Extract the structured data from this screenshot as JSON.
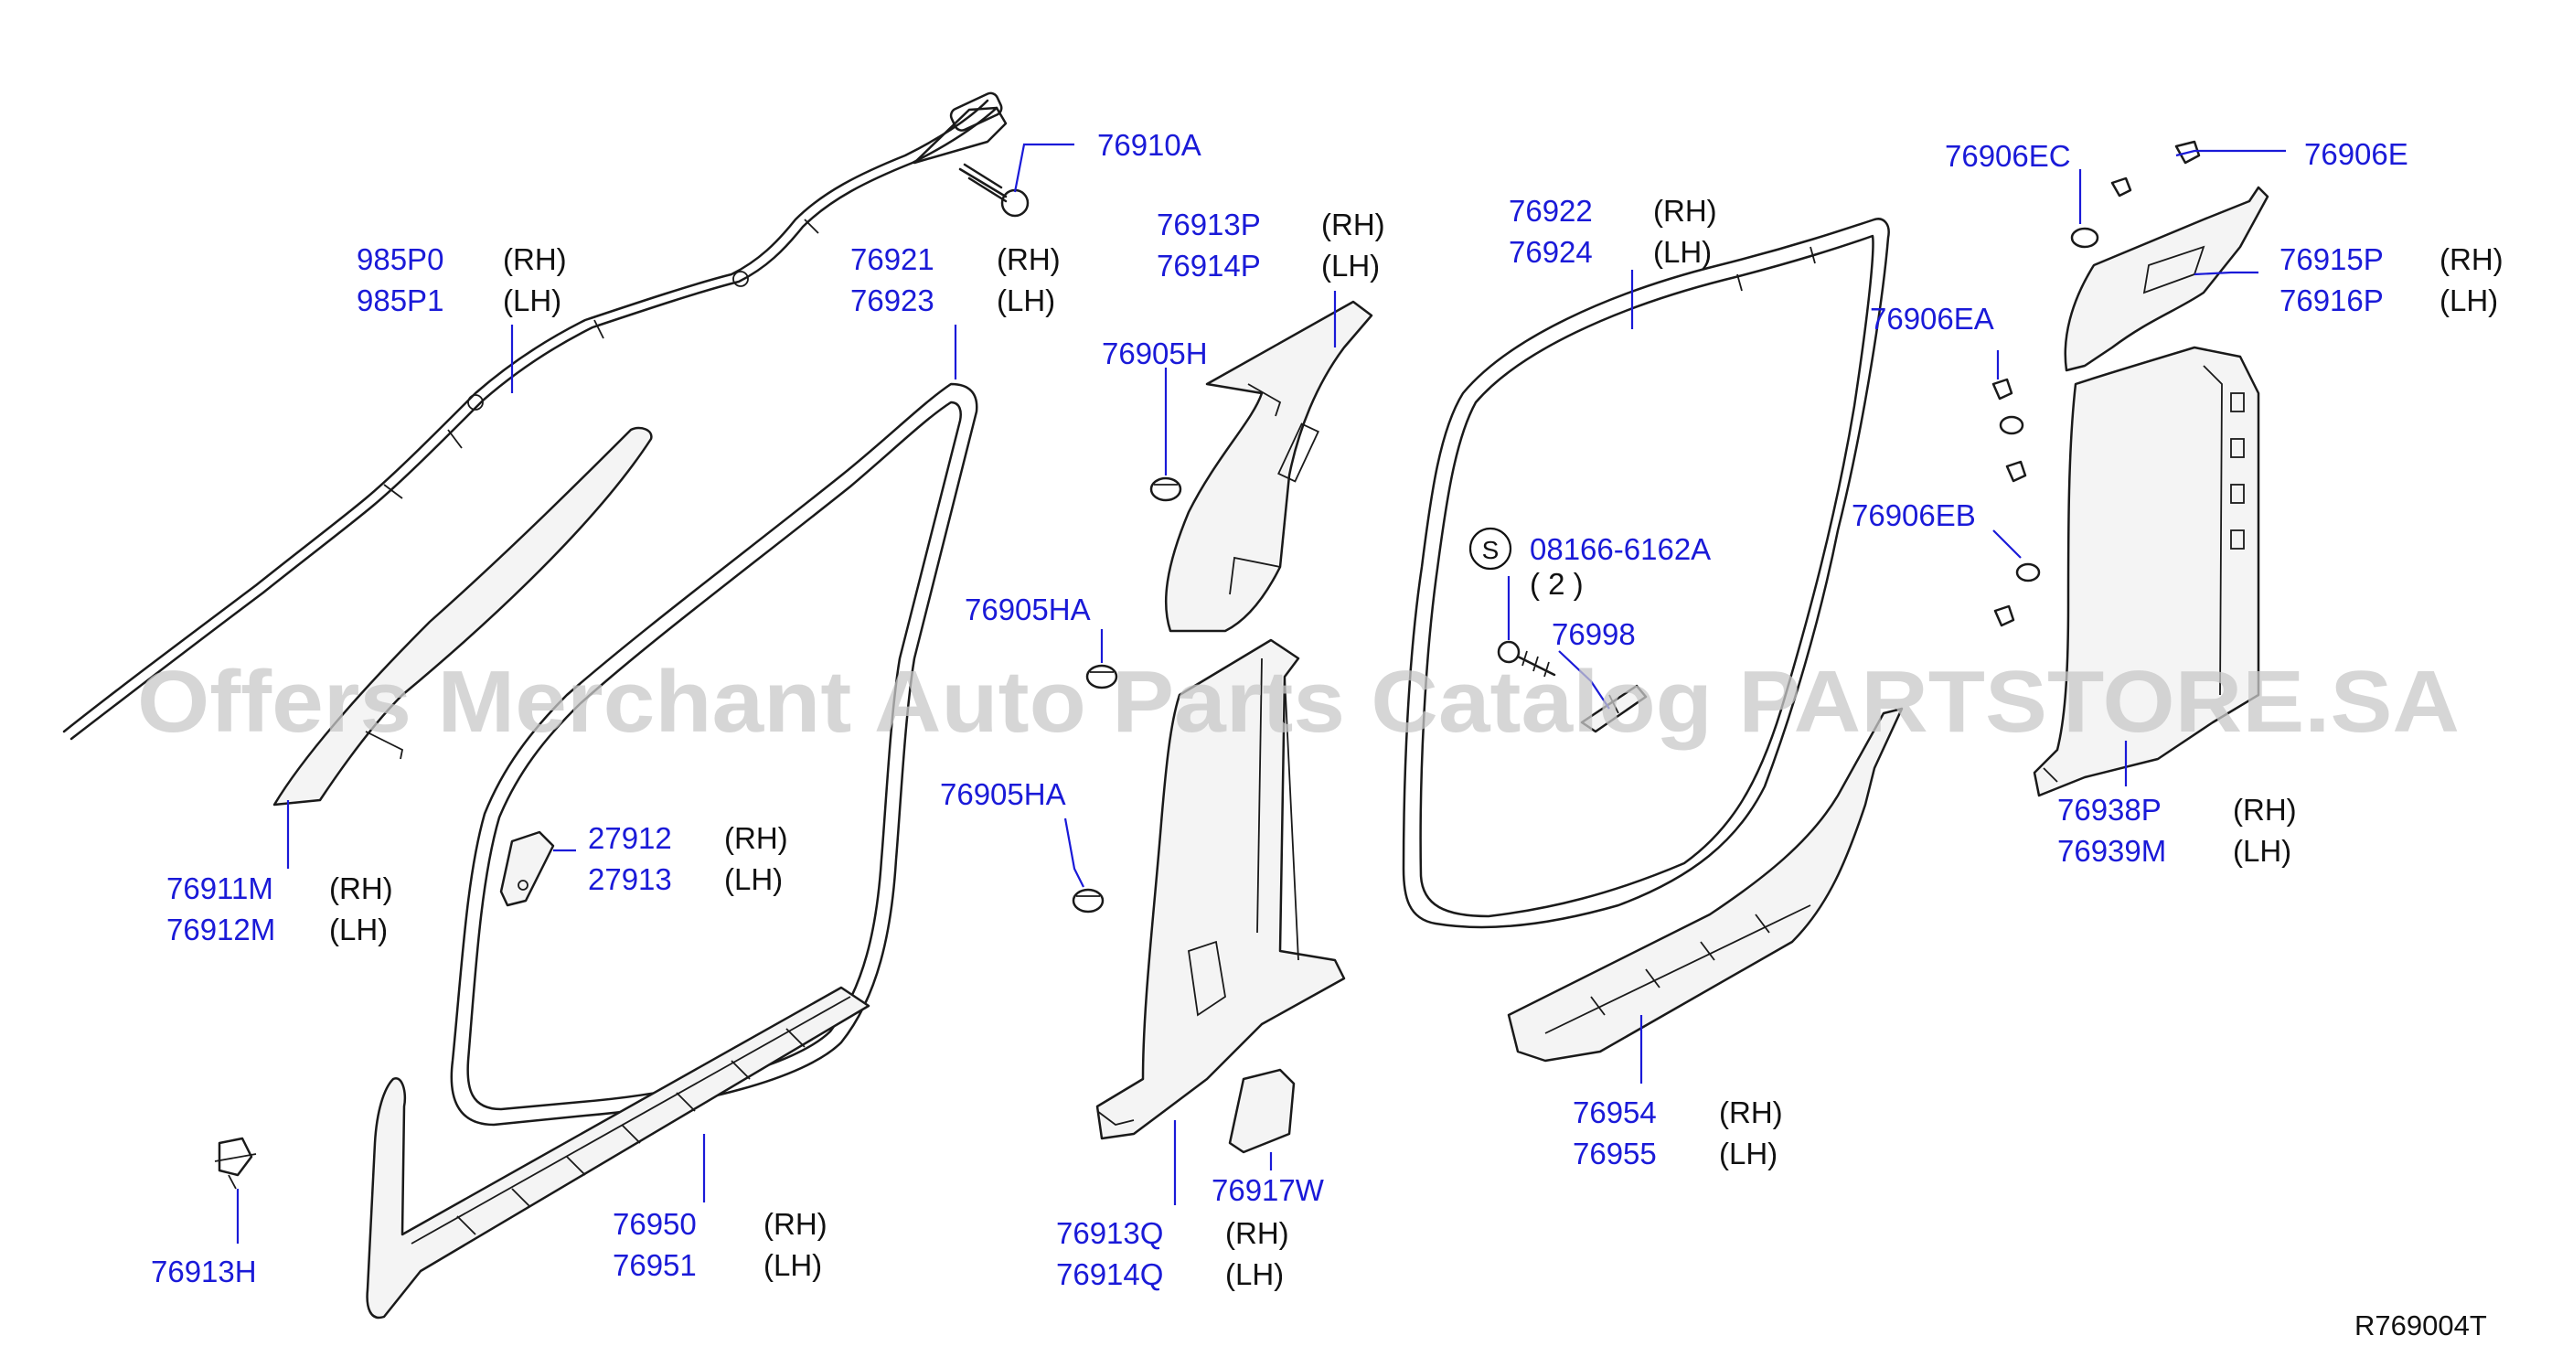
{
  "labels": {
    "p985P0": "985P0",
    "p985P1": "985P1",
    "p76910A": "76910A",
    "p76921": "76921",
    "p76923": "76923",
    "p76913P": "76913P",
    "p76914P": "76914P",
    "p76905H": "76905H",
    "p76905HA_1": "76905HA",
    "p76905HA_2": "76905HA",
    "p76922": "76922",
    "p76924": "76924",
    "p08166": "08166-6162A",
    "qty": "( 2 )",
    "s_symbol": "S",
    "p76998": "76998",
    "p76906EC": "76906EC",
    "p76906E": "76906E",
    "p76915P": "76915P",
    "p76916P": "76916P",
    "p76906EA": "76906EA",
    "p76906EB": "76906EB",
    "p76938P": "76938P",
    "p76939M": "76939M",
    "p76911M": "76911M",
    "p76912M": "76912M",
    "p27912": "27912",
    "p27913": "27913",
    "p76913H": "76913H",
    "p76950": "76950",
    "p76951": "76951",
    "p76913Q": "76913Q",
    "p76914Q": "76914Q",
    "p76917W": "76917W",
    "p76954": "76954",
    "p76955": "76955",
    "rh": "(RH)",
    "lh": "(LH)",
    "diagram_ref": "R769004T"
  },
  "watermark": "Offers Merchant Auto Parts Catalog PARTSTORE.SA",
  "colors": {
    "part_number": "#1a1ad8",
    "text": "#111111",
    "watermark": "#c9c9c9"
  }
}
